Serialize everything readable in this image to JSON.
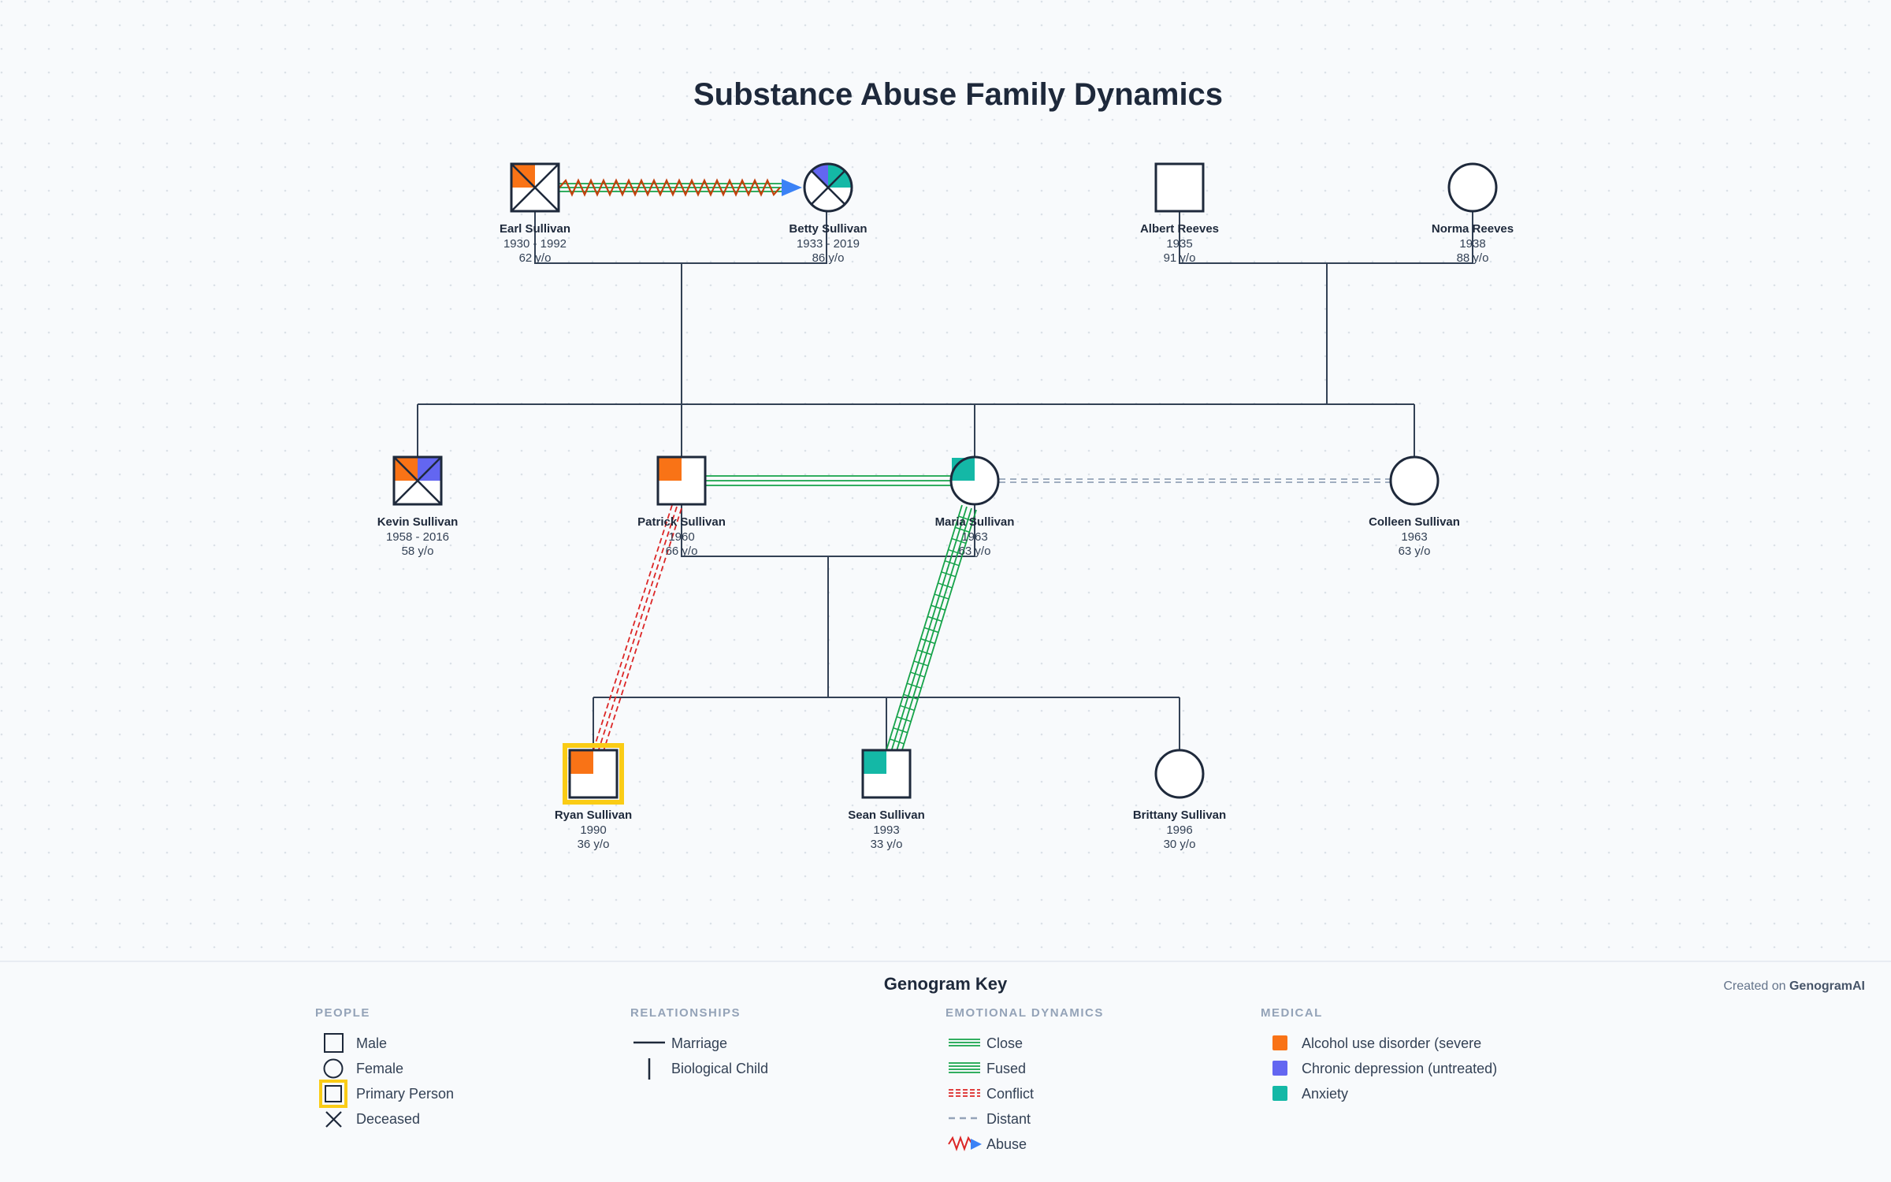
{
  "title": "Substance Abuse Family Dynamics",
  "colors": {
    "line": "#334155",
    "alcohol": "#f97316",
    "depression": "#6366f1",
    "anxiety": "#14b8a6",
    "close": "#16a34a",
    "conflict": "#dc2626",
    "distant": "#94a3b8",
    "abuse_zigzag": "#c2410c",
    "abuse_arrow": "#3b82f6",
    "primary": "#facc15"
  },
  "people": {
    "earl": {
      "name": "Earl Sullivan",
      "years": "1930 - 1992",
      "age": "62 y/o"
    },
    "betty": {
      "name": "Betty Sullivan",
      "years": "1933 - 2019",
      "age": "86 y/o"
    },
    "albert": {
      "name": "Albert Reeves",
      "years": "1935",
      "age": "91 y/o"
    },
    "norma": {
      "name": "Norma Reeves",
      "years": "1938",
      "age": "88 y/o"
    },
    "kevin": {
      "name": "Kevin Sullivan",
      "years": "1958 - 2016",
      "age": "58 y/o"
    },
    "patrick": {
      "name": "Patrick Sullivan",
      "years": "1960",
      "age": "66 y/o"
    },
    "maria": {
      "name": "Maria Sullivan",
      "years": "1963",
      "age": "63 y/o"
    },
    "colleen": {
      "name": "Colleen Sullivan",
      "years": "1963",
      "age": "63 y/o"
    },
    "ryan": {
      "name": "Ryan Sullivan",
      "years": "1990",
      "age": "36 y/o"
    },
    "sean": {
      "name": "Sean Sullivan",
      "years": "1993",
      "age": "33 y/o"
    },
    "brittany": {
      "name": "Brittany Sullivan",
      "years": "1996",
      "age": "30 y/o"
    }
  },
  "key": {
    "title": "Genogram Key",
    "credit_prefix": "Created on ",
    "credit_brand": "GenogramAI",
    "people": {
      "heading": "PEOPLE",
      "male": "Male",
      "female": "Female",
      "primary": "Primary Person",
      "deceased": "Deceased"
    },
    "relationships": {
      "heading": "RELATIONSHIPS",
      "marriage": "Marriage",
      "child": "Biological Child"
    },
    "emotional": {
      "heading": "EMOTIONAL DYNAMICS",
      "close": "Close",
      "fused": "Fused",
      "conflict": "Conflict",
      "distant": "Distant",
      "abuse": "Abuse"
    },
    "medical": {
      "heading": "MEDICAL",
      "alcohol": "Alcohol use disorder (severe",
      "depression": "Chronic depression (untreated)",
      "anxiety": "Anxiety"
    }
  }
}
